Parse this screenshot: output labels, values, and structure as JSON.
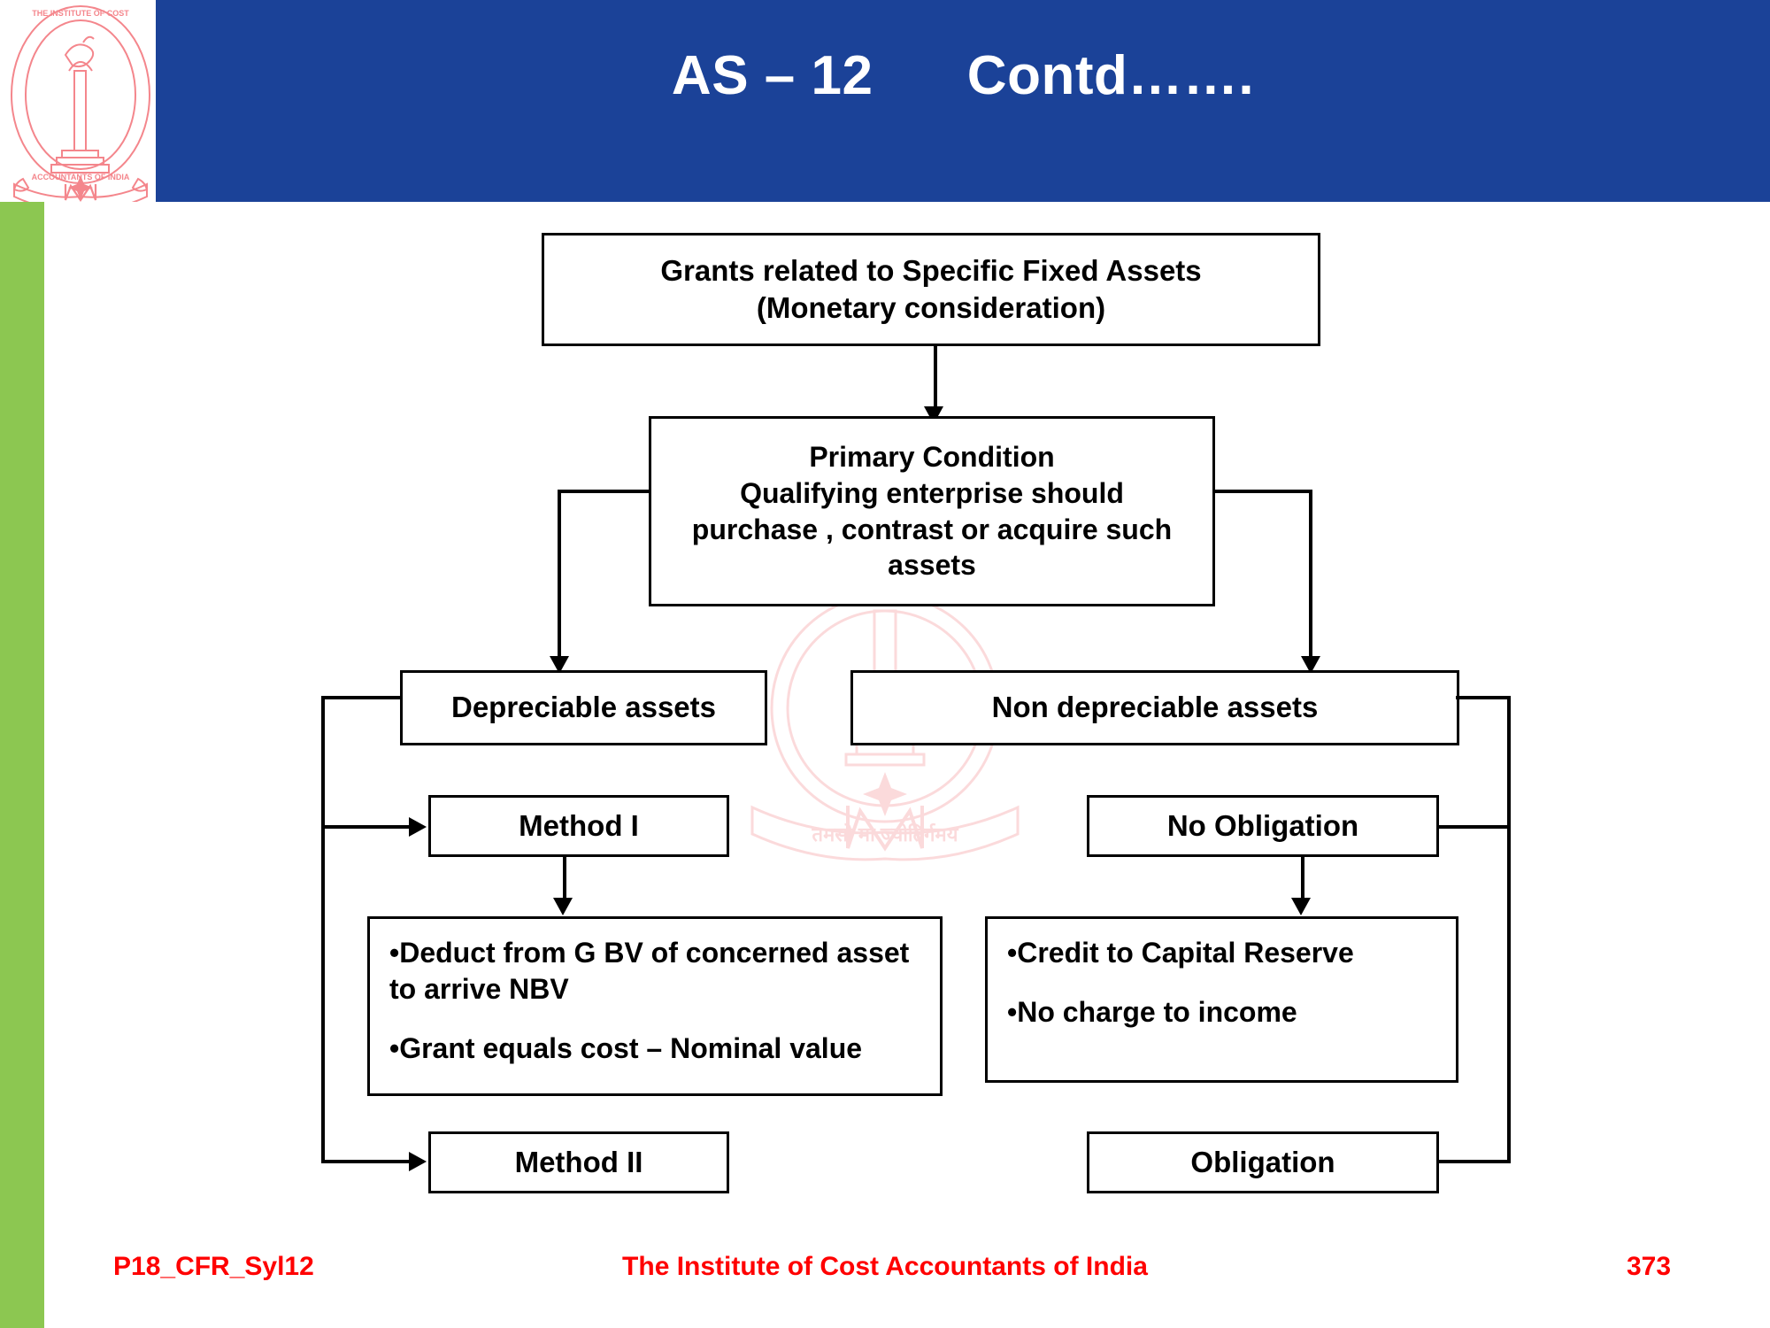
{
  "slide": {
    "title": "AS – 12      Contd…….",
    "accent_blue": "#1B4298",
    "accent_green": "#8CC751",
    "accent_red": "#FF0000",
    "logo_pink": "#F4868C"
  },
  "logo": {
    "name": "institute-of-cost-accountants-of-india-emblem",
    "ring_text": "THE INSTITUTE OF COST ACCOUNTANTS OF INDIA",
    "motto": "तमसो मा ज्योतिर्गमय",
    "monogram": "M"
  },
  "watermark": {
    "name": "institute-emblem-watermark",
    "ring_text": "THE INSTITUTE OF COST ACCOUNTANTS OF INDIA",
    "monogram": "M"
  },
  "diagram": {
    "type": "flowchart",
    "nodes": [
      {
        "id": "grants",
        "label": "Grants related to Specific Fixed Assets\n(Monetary consideration)"
      },
      {
        "id": "primary",
        "label": "Primary Condition\nQualifying enterprise should\npurchase , contrast or acquire such\nassets"
      },
      {
        "id": "depreciable",
        "label": "Depreciable assets"
      },
      {
        "id": "nondepreciable",
        "label": "Non depreciable assets"
      },
      {
        "id": "method1",
        "label": "Method I"
      },
      {
        "id": "method2",
        "label": "Method II"
      },
      {
        "id": "noobligation",
        "label": "No Obligation"
      },
      {
        "id": "obligation",
        "label": "Obligation"
      }
    ],
    "left_detail_bullets": [
      "•Deduct from G BV of concerned asset to arrive NBV",
      "•Grant equals cost – Nominal value"
    ],
    "right_detail_bullets": [
      "•Credit to Capital Reserve",
      "•No charge to income"
    ]
  },
  "footer": {
    "left": "P18_CFR_Syl12",
    "center": "The Institute of Cost Accountants of India",
    "page": "373"
  }
}
